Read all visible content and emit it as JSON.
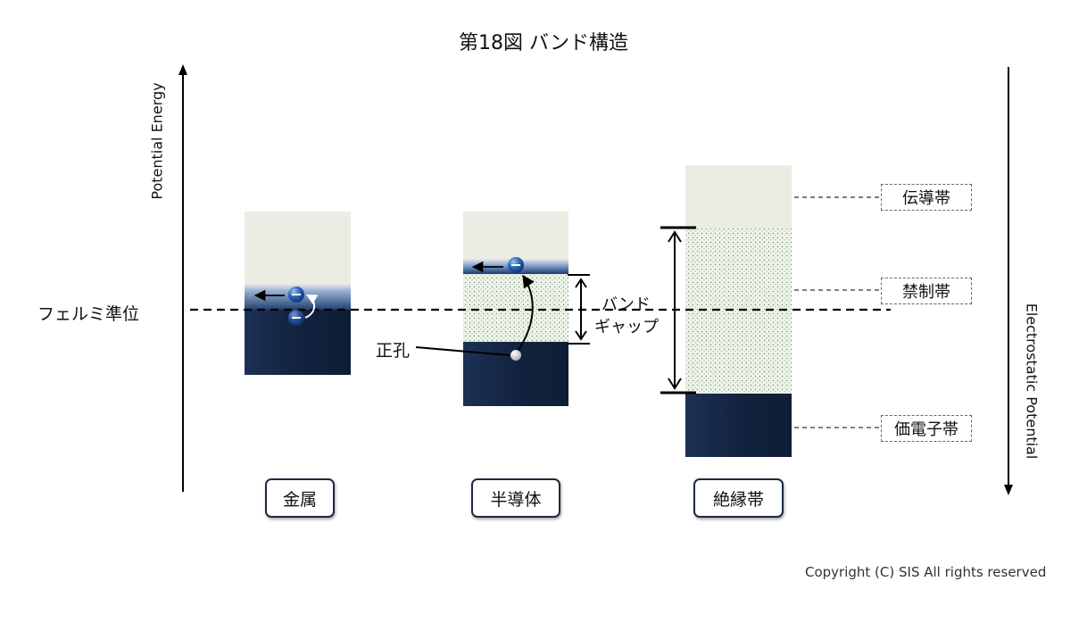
{
  "title": "第18図 バンド構造",
  "fermi_label": "フェルミ準位",
  "y_axis_left": "Potential Energy",
  "y_axis_right": "Electrostatic Potential",
  "categories": [
    "金属",
    "半導体",
    "絶縁帯"
  ],
  "band_labels": {
    "conduction": "伝導帯",
    "forbidden": "禁制帯",
    "valence": "価電子帯"
  },
  "hole_label": "正孔",
  "gap_label_line1": "バンド",
  "gap_label_line2": "ギャップ",
  "copyright": "Copyright (C) SIS All rights reserved",
  "colors": {
    "conduction_band": "#ecebe4",
    "valence_band": "#12233f",
    "forbidden_band": "#e8f0e2",
    "electron": "#1e4f9e"
  },
  "icons": [
    "electron-icon",
    "hole-icon",
    "arrow-icon"
  ]
}
